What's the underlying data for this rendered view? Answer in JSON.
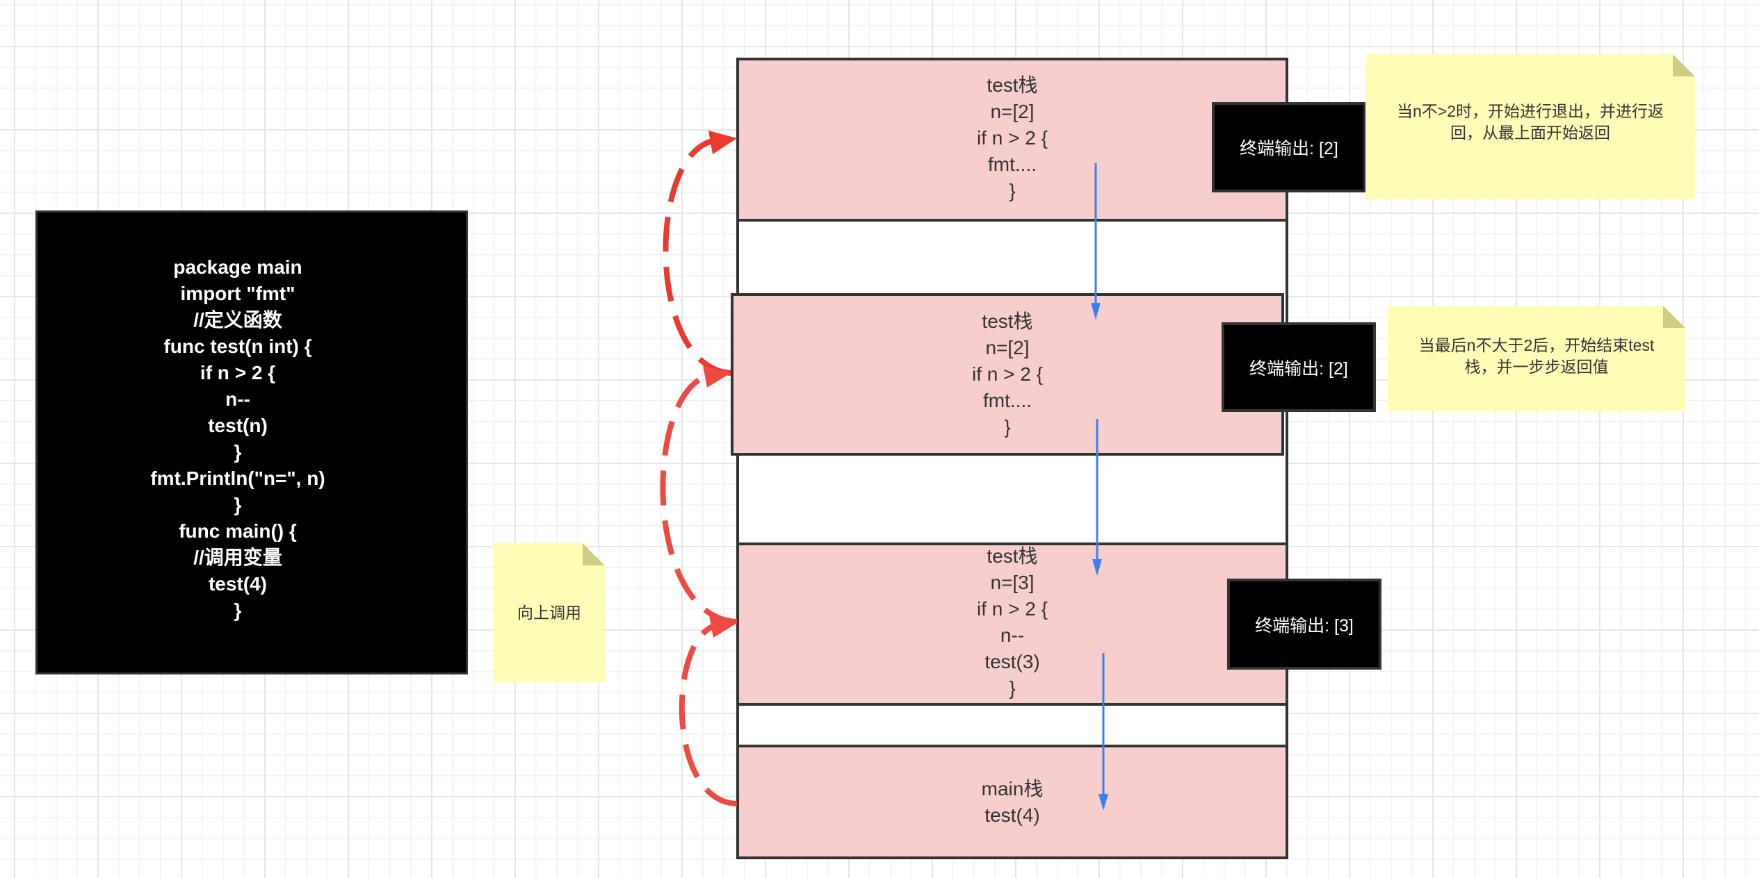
{
  "code_box": {
    "lines": [
      "package main",
      "import \"fmt\"",
      "//定义函数",
      "func test(n int) {",
      "if n > 2 {",
      "n--",
      "test(n)",
      "}",
      "fmt.Println(\"n=\", n)",
      "}",
      "func main() {",
      "//调用变量",
      "test(4)",
      "}"
    ]
  },
  "notes": {
    "call_up": "向上调用",
    "exit_return": "当n不>2时，开始进行退出，并进行返回，从最上面开始返回",
    "end_return": "当最后n不大于2后，开始结束test栈，并一步步返回值"
  },
  "stack_frames": [
    {
      "lines": [
        "test栈",
        "n=[2]",
        "if n > 2 {",
        "fmt....",
        "}"
      ]
    },
    {
      "lines": [
        "test栈",
        "n=[2]",
        "if n > 2 {",
        "fmt....",
        "}"
      ]
    },
    {
      "lines": [
        "test栈",
        "n=[3]",
        "if n > 2 {",
        "n--",
        "test(3)",
        "}"
      ]
    },
    {
      "lines": [
        "main栈",
        "test(4)"
      ]
    }
  ],
  "terminal_outputs": [
    "终端输出: [2]",
    "终端输出: [2]",
    "终端输出: [3]"
  ],
  "colors": {
    "frame_fill": "#f8cecc",
    "border": "#333333",
    "note_fill": "#fffcb7",
    "note_fold": "#cfcc86",
    "call_arrow": "#3a7ff0",
    "return_arrow": "#ea3a2d"
  }
}
